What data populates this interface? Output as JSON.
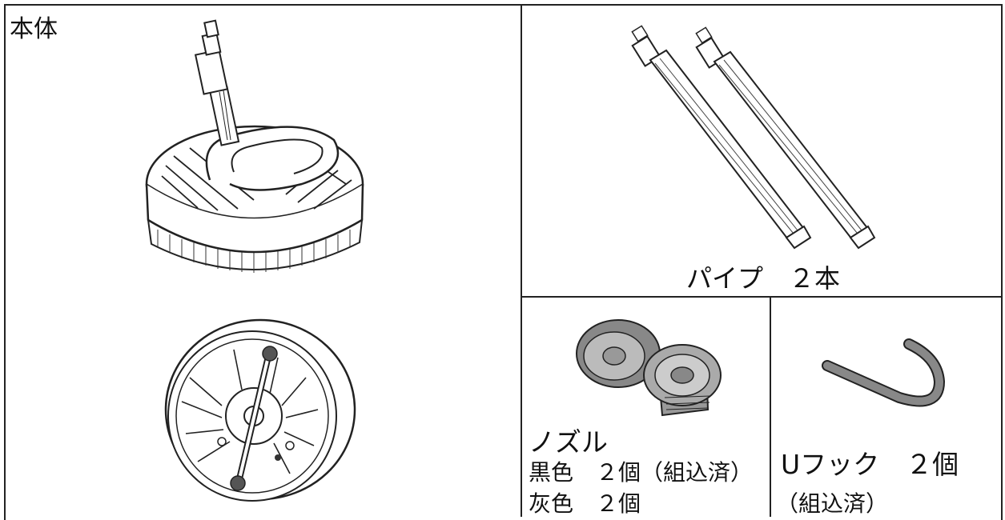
{
  "body_unit": {
    "title": "本体"
  },
  "pipe": {
    "label": "パイプ　２本"
  },
  "nozzle": {
    "title": "ノズル",
    "line1": "黒色　２個（組込済）",
    "line2": "灰色　２個"
  },
  "u_hook": {
    "label": "Uフック　２個",
    "note": "（組込済）"
  }
}
